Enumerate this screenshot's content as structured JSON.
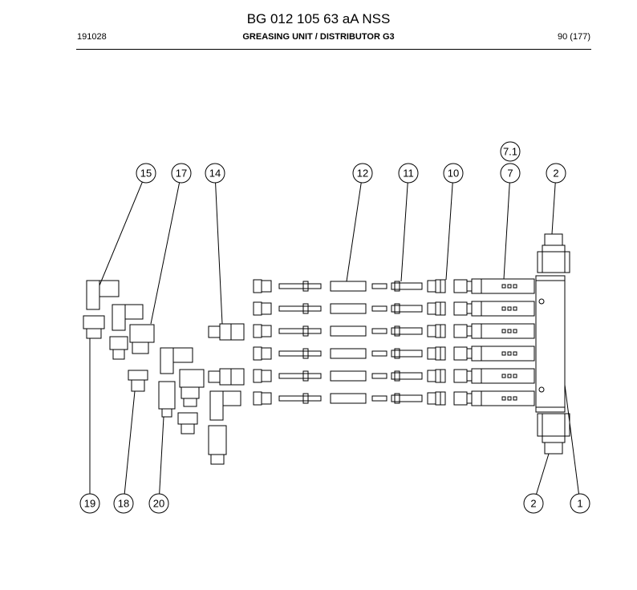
{
  "header": {
    "title": "BG 012 105 63 aA NSS",
    "date": "191028",
    "section": "GREASING UNIT / DISTRIBUTOR G3",
    "page": "90 (177)"
  },
  "callouts": [
    "1",
    "2",
    "2",
    "7",
    "7.1",
    "10",
    "11",
    "12",
    "14",
    "15",
    "17",
    "18",
    "19",
    "20"
  ]
}
